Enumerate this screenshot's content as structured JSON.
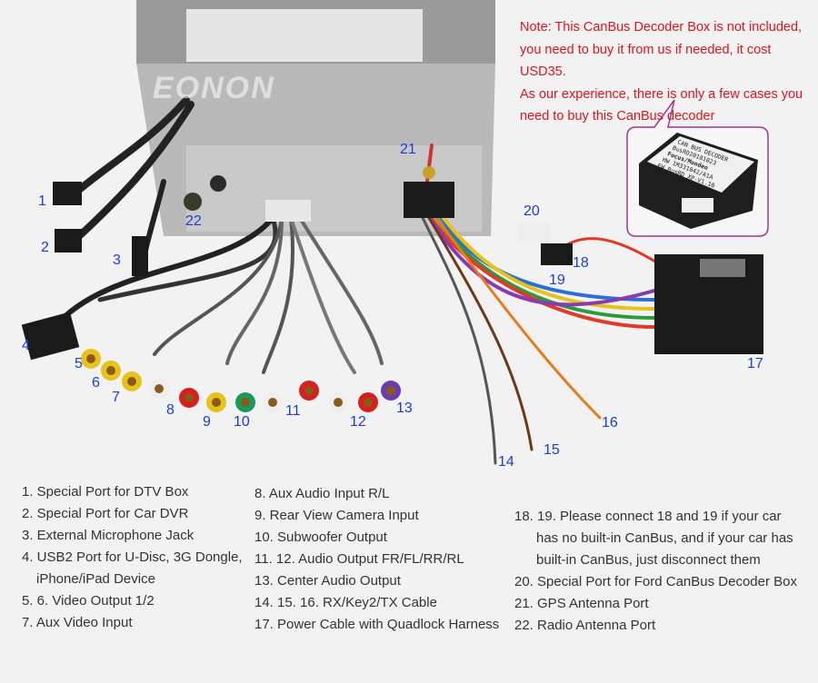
{
  "brand_watermark": "EONON",
  "note": {
    "lines": [
      "Note: This CanBus Decoder Box is not included,",
      "you need to buy it from us if needed, it cost USD35.",
      "As our experience, there is only a few cases you",
      "need to buy this CanBus decoder"
    ]
  },
  "decoder_label": [
    "CAN BUS DECODER",
    "BusRD20181023",
    "Focus/Mondeo",
    "HW 1M331042/A1A",
    "FW BusRD_XP-V1.10"
  ],
  "callouts": [
    "1",
    "2",
    "3",
    "4",
    "5",
    "6",
    "7",
    "8",
    "9",
    "10",
    "11",
    "12",
    "13",
    "14",
    "15",
    "16",
    "17",
    "18",
    "19",
    "20",
    "21",
    "22"
  ],
  "colors": {
    "callout": "#1a3fd6",
    "note": "#e0141e",
    "bubble": "#a0359a"
  },
  "legend": {
    "col1": [
      "1. Special Port for DTV Box",
      "2. Special Port for Car DVR",
      "3. External Microphone Jack",
      "4. USB2 Port for U-Disc, 3G Dongle,",
      "iPhone/iPad Device",
      "5. 6. Video Output 1/2",
      "7. Aux Video Input"
    ],
    "col2": [
      "8. Aux Audio Input R/L",
      "9. Rear View Camera Input",
      "10. Subwoofer Output",
      "11. 12. Audio Output FR/FL/RR/RL",
      "13. Center Audio Output",
      "14. 15. 16. RX/Key2/TX Cable",
      "17. Power Cable with Quadlock Harness"
    ],
    "col3": [
      "18. 19. Please connect 18 and 19 if your car",
      "has no built-in CanBus, and if your car has",
      "built-in CanBus, just disconnect them",
      "20. Special Port for Ford CanBus Decoder Box",
      "21. GPS Antenna Port",
      "22. Radio Antenna Port"
    ]
  }
}
